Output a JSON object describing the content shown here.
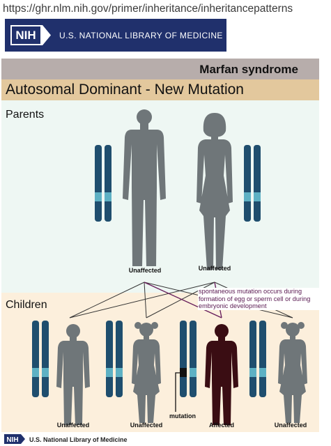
{
  "url": "https://ghr.nlm.nih.gov/primer/inheritance/inheritancepatterns",
  "banner": {
    "logo_text": "NIH",
    "org": "U.S. NATIONAL LIBRARY OF MEDICINE"
  },
  "condition": "Marfan syndrome",
  "pattern": "Autosomal Dominant - New Mutation",
  "parents": {
    "heading": "Parents",
    "father": {
      "status": "Unaffected"
    },
    "mother": {
      "status": "Unaffected"
    }
  },
  "children": {
    "heading": "Children",
    "items": [
      {
        "sex": "boy",
        "status": "Unaffected"
      },
      {
        "sex": "girl",
        "status": "Unaffected"
      },
      {
        "sex": "boy",
        "status": "Affected"
      },
      {
        "sex": "girl",
        "status": "Unaffected"
      }
    ]
  },
  "mutation_label": "mutation",
  "note": "spontaneous mutation occurs during formation of egg or sperm cell or during embryonic development",
  "footer": {
    "logo_text": "NIH",
    "org": "U.S. National Library of Medicine"
  },
  "colors": {
    "chromosome": "#1f4e6e",
    "chromosome_band": "#5eb1c4",
    "unaffected": "#6f7679",
    "affected": "#3a0d13",
    "mutation": "#111111",
    "note_text": "#5a1a52"
  }
}
